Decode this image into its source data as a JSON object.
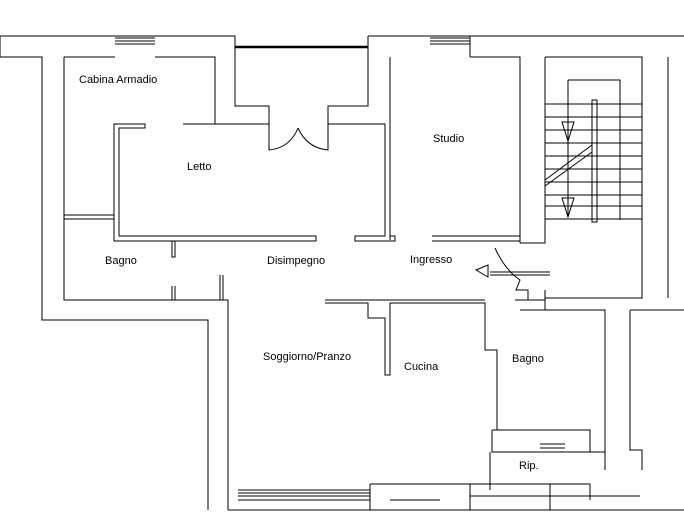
{
  "title": "Floor plan",
  "rooms": {
    "cabina_armadio": "Cabina Armadio",
    "letto": "Letto",
    "studio": "Studio",
    "bagno_1": "Bagno",
    "disimpegno": "Disimpegno",
    "ingresso": "Ingresso",
    "soggiorno": "Soggiorno/Pranzo",
    "cucina": "Cucina",
    "bagno_2": "Bagno",
    "ripostiglio": "Rip."
  }
}
